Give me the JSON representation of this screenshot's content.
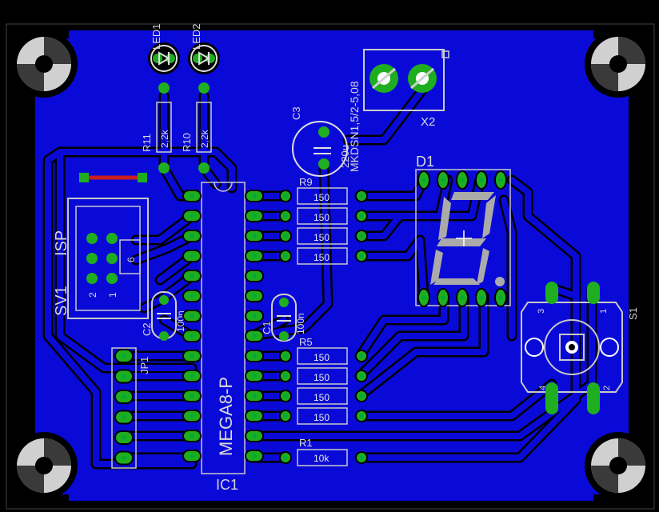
{
  "labels": {
    "led1": "LED1",
    "led2": "LED2",
    "r11": "R11",
    "r10": "R10",
    "r11_val": "2,2k",
    "r10_val": "2,2k",
    "c3": "C3",
    "c3_val": "220u",
    "x2_model": "MKDSN1,5/2-5,08",
    "x2": "X2",
    "d1": "D1",
    "isp": "ISP",
    "sv1": "SV1",
    "isp_pin1": "1",
    "isp_pin2": "2",
    "isp_pin6": "6",
    "c2": "C2",
    "c2_val": "100n",
    "c1": "C1",
    "c1_val": "100n",
    "jp1": "JP1",
    "ic1_type": "MEGA8-P",
    "ic1": "IC1",
    "r9": "R9",
    "r5": "R5",
    "r1": "R1",
    "s1": "S1",
    "s1_pin1": "1",
    "s1_pin2": "2",
    "s1_pin3": "3",
    "s1_pin4": "4"
  },
  "resistor_values": {
    "r9": "150",
    "r8": "150",
    "r7": "150",
    "r6": "150",
    "r5": "150",
    "r4": "150",
    "r3": "150",
    "r2": "150",
    "r1": "10k"
  },
  "colors": {
    "background": "#000000",
    "board": "#0a0ad8",
    "pad": "#1fae1f",
    "silkscreen": "#c8c8c8",
    "jumper": "#c81e1e"
  }
}
